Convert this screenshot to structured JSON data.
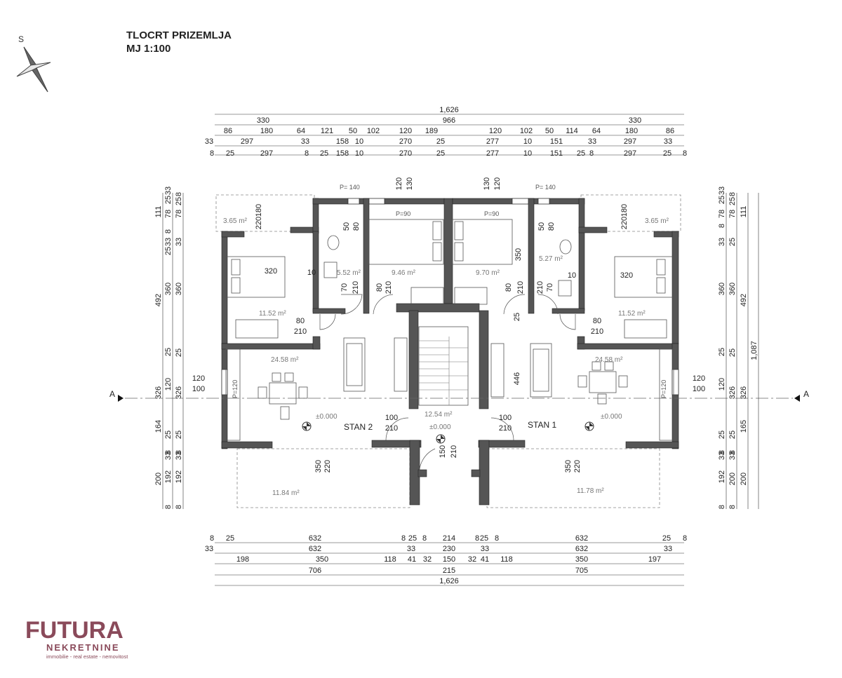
{
  "title": {
    "line1": "TLOCRT PRIZEMLJA",
    "line2": "MJ 1:100"
  },
  "north": "S",
  "section": {
    "left": "A",
    "right": "A"
  },
  "units": {
    "stan2": "STAN 2",
    "stan1": "STAN 1"
  },
  "levels": {
    "left": "±0.000",
    "mid": "±0.000",
    "right": "±0.000"
  },
  "areas": {
    "bed_l": "11.52 m²",
    "bed_r": "11.52 m²",
    "terr_l": "3.65 m²",
    "terr_r": "3.65 m²",
    "bath_l": "5.52 m²",
    "bath_r": "5.27 m²",
    "bed2_l": "9.46 m²",
    "bed2_r": "9.70 m²",
    "liv_l": "24.58 m²",
    "liv_r": "24.58 m²",
    "hall": "12.54 m²",
    "gar_l": "11.84 m²",
    "gar_r": "11.78 m²"
  },
  "window_labels": {
    "p140_l": "P= 140",
    "p140_r": "P= 140",
    "p90_l": "P=90",
    "p90_r": "P=90",
    "p120_l": "P=120",
    "p120_r": "P=120"
  },
  "top_dims": {
    "r1": [
      "1,626"
    ],
    "r2": [
      "330",
      "966",
      "330"
    ],
    "r3": [
      "86",
      "180",
      "64",
      "121",
      "50",
      "102",
      "120",
      "189",
      "120",
      "102",
      "50",
      "114",
      "64",
      "180",
      "86"
    ],
    "r4": [
      "33",
      "297",
      "33",
      "158",
      "10",
      "270",
      "25",
      "277",
      "10",
      "151",
      "33",
      "297",
      "33"
    ],
    "r5": [
      "8",
      "25",
      "297",
      "8",
      "25",
      "158",
      "10",
      "270",
      "25",
      "277",
      "10",
      "151",
      "25",
      "8",
      "297",
      "25",
      "8"
    ]
  },
  "bottom_dims": {
    "r1": [
      "8",
      "25",
      "632",
      "8",
      "25",
      "8",
      "214",
      "8",
      "25",
      "8",
      "632",
      "25",
      "8"
    ],
    "r2": [
      "33",
      "632",
      "33",
      "230",
      "33",
      "632",
      "33"
    ],
    "r3": [
      "198",
      "350",
      "118",
      "41",
      "32",
      "150",
      "32",
      "41",
      "118",
      "350",
      "197"
    ],
    "r4": [
      "706",
      "215",
      "705"
    ],
    "r5": [
      "1,626"
    ]
  },
  "left_dims": {
    "outer": [
      "111",
      "492",
      "326",
      "164",
      "200"
    ],
    "mid": [
      "33",
      "25",
      "78",
      "33",
      "8",
      "25",
      "360",
      "25",
      "120",
      "25",
      "8",
      "33",
      "192",
      "8"
    ],
    "inner": [
      "8",
      "25",
      "78",
      "33",
      "360",
      "25",
      "326",
      "25",
      "8",
      "33",
      "192",
      "8"
    ]
  },
  "right_dims": {
    "outer": [
      "111",
      "492",
      "1,087",
      "326",
      "165",
      "200"
    ],
    "mid": [
      "33",
      "25",
      "78",
      "8",
      "33",
      "360",
      "25",
      "120",
      "25",
      "8",
      "33",
      "192",
      "8"
    ],
    "inner": [
      "8",
      "25",
      "78",
      "25",
      "360",
      "25",
      "326",
      "25",
      "8",
      "33",
      "200",
      "8"
    ]
  },
  "inner_dims": [
    "320",
    "10",
    "320",
    "10",
    "180",
    "220",
    "180",
    "220",
    "50",
    "80",
    "50",
    "80",
    "70",
    "210",
    "70",
    "210",
    "80",
    "210",
    "80",
    "210",
    "80",
    "210",
    "80",
    "210",
    "120",
    "130",
    "130",
    "120",
    "350",
    "25",
    "446",
    "120",
    "100",
    "120",
    "100",
    "100",
    "210",
    "100",
    "210",
    "150",
    "210",
    "350",
    "220",
    "350",
    "220"
  ],
  "logo": {
    "brand": "FUTURA",
    "sub": "NEKRETNINE",
    "tag": "immobilie - real estate - nemovitost",
    "color": "#8a4a5a"
  }
}
